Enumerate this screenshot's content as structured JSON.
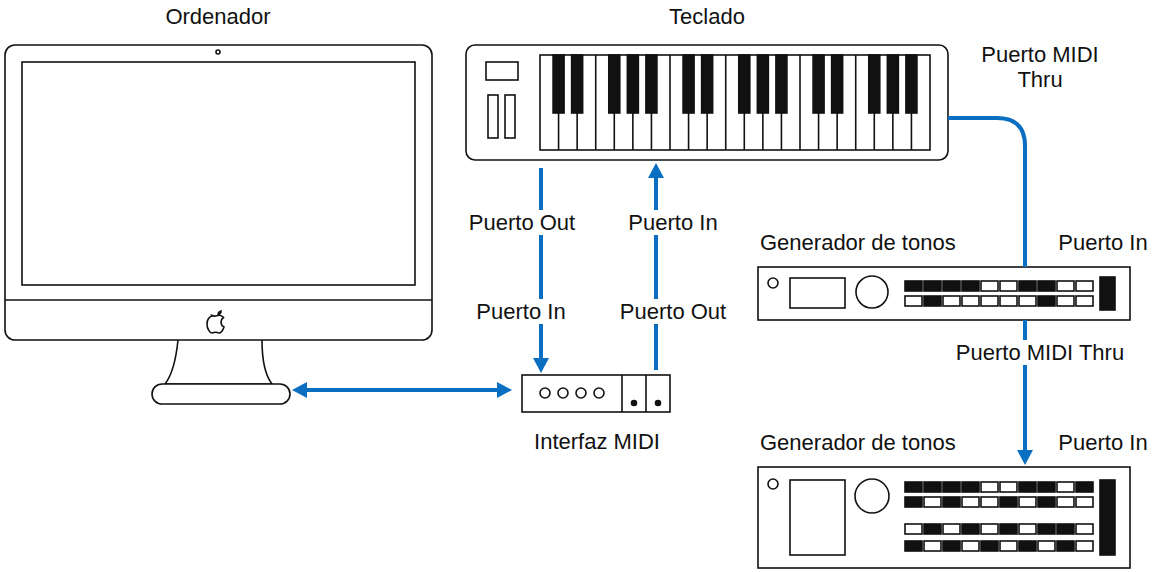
{
  "diagram": {
    "nodes": [
      {
        "text": [
          "Ordenador"
        ]
      },
      {
        "text": [
          "Teclado"
        ]
      },
      {
        "text": [
          "Generador de tonos"
        ]
      },
      {
        "text": [
          "Interfaz MIDI"
        ]
      },
      {
        "text": [
          "Generador de tonos"
        ]
      }
    ],
    "edges": [
      {
        "from": 1,
        "to": 3,
        "arrow": "to"
      },
      {
        "from": 3,
        "to": 1,
        "arrow": "to"
      },
      {
        "from": 0,
        "to": 3,
        "arrow": "both"
      },
      {
        "from": 1,
        "to": 2,
        "arrow": "none"
      },
      {
        "from": 2,
        "to": 4,
        "arrow": "to"
      }
    ],
    "labels": [
      "Puerto MIDI Thru",
      "Puerto Out",
      "Puerto In",
      "Puerto In",
      "Puerto Out",
      "Puerto In",
      "Puerto MIDI Thru",
      "Puerto In"
    ]
  }
}
